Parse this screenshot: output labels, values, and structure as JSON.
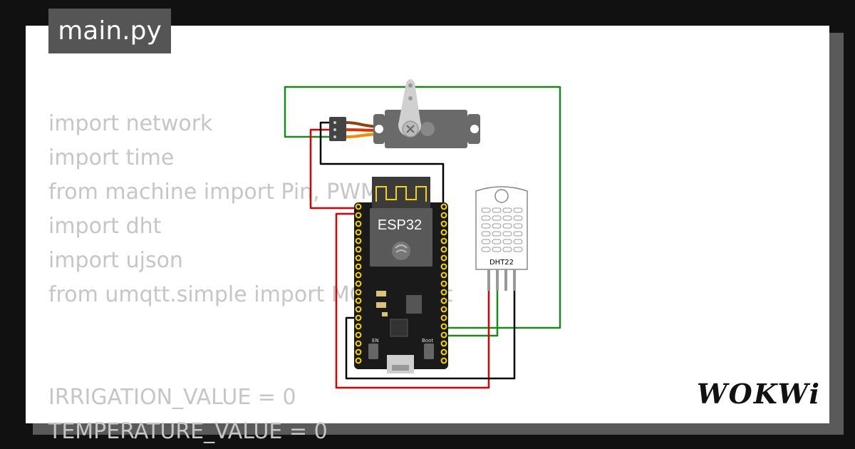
{
  "tab": {
    "label": "main.py"
  },
  "code_lines": [
    "import network",
    "import time",
    "from machine import Pin, PWM",
    "import dht",
    "import ujson",
    "from umqtt.simple import MQTTClient",
    "",
    "",
    "IRRIGATION_VALUE = 0",
    "TEMPERATURE_VALUE = 0"
  ],
  "board": {
    "label": "ESP32",
    "en_label": "EN",
    "boot_label": "Boot"
  },
  "sensor": {
    "label": "DHT22"
  },
  "brand": {
    "logo_text": "WOKWi"
  },
  "colors": {
    "wire_green": "#1a8a1a",
    "wire_red": "#dd0000",
    "wire_black": "#000000",
    "board": "#1a1a1a",
    "pin_yellow": "#f5d400"
  }
}
